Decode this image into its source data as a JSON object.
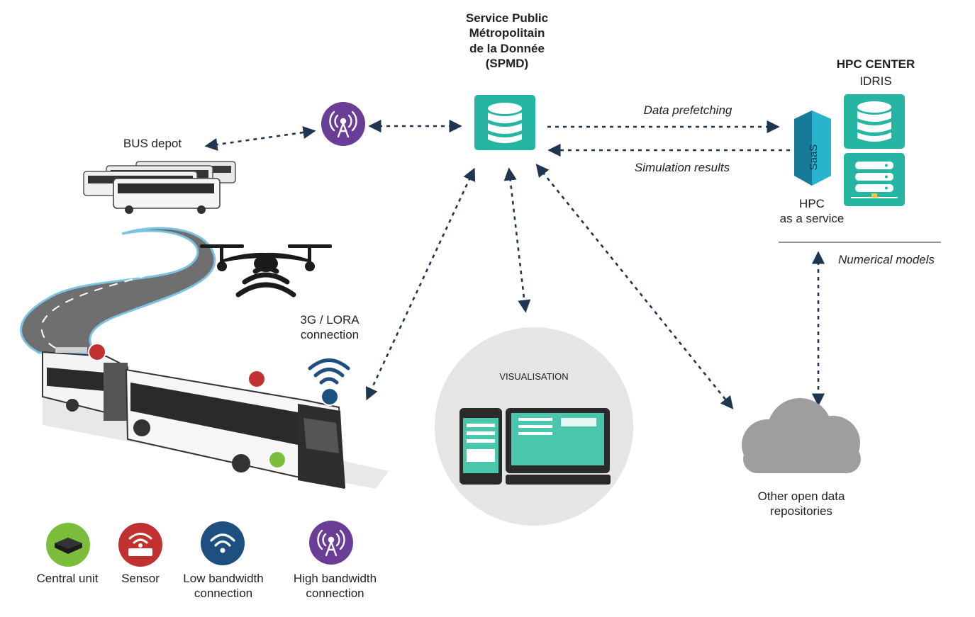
{
  "spmd": {
    "title_lines": [
      "Service Public",
      "Métropolitain",
      "de la Donnée",
      "(SPMD)"
    ],
    "icon": "database-icon"
  },
  "hpc": {
    "title": "HPC CENTER",
    "subtitle": "IDRIS",
    "saas_label": "SaaS",
    "service_label_lines": [
      "HPC",
      "as a service"
    ],
    "numerical_models": "Numerical models"
  },
  "flows": {
    "prefetch": "Data prefetching",
    "results": "Simulation results"
  },
  "bus_depot": "BUS depot",
  "connection_label_lines": [
    "3G / LORA",
    "connection"
  ],
  "visualisation": "VISUALISATION",
  "cloud_label_lines": [
    "Other open data",
    "repositories"
  ],
  "legend": [
    {
      "label_lines": [
        "Central unit"
      ],
      "color": "#7cbd3c",
      "icon": "central-unit-icon"
    },
    {
      "label_lines": [
        "Sensor"
      ],
      "color": "#c0312f",
      "icon": "sensor-icon"
    },
    {
      "label_lines": [
        "Low bandwidth",
        "connection"
      ],
      "color": "#1d4f80",
      "icon": "wifi-icon"
    },
    {
      "label_lines": [
        "High bandwidth",
        "connection"
      ],
      "color": "#6a3d96",
      "icon": "antenna-icon"
    }
  ],
  "colors": {
    "teal": "#26b5a3",
    "purple": "#6a3d96",
    "navy": "#1d4f80",
    "red": "#c0312f",
    "green": "#7cbd3c",
    "arrow": "#1f3550",
    "cloud": "#9e9e9e"
  }
}
